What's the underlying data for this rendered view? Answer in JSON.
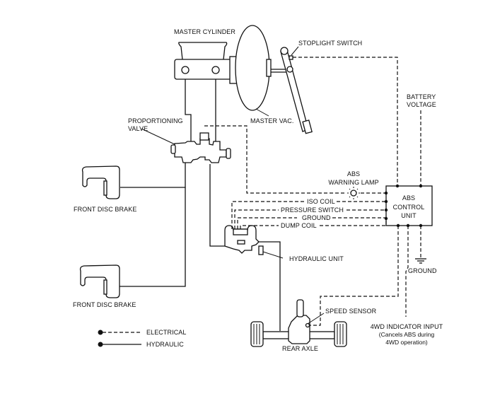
{
  "diagram": {
    "components": {
      "master_cylinder": "MASTER CYLINDER",
      "stoplight_switch": "STOPLIGHT SWITCH",
      "master_vac": "MASTER VAC.",
      "battery_voltage_line1": "BATTERY",
      "battery_voltage_line2": "VOLTAGE",
      "proportioning_valve_line1": "PROPORTIONING",
      "proportioning_valve_line2": "VALVE",
      "abs_warning_lamp_line1": "ABS",
      "abs_warning_lamp_line2": "WARNING LAMP",
      "abs_control_unit_line1": "ABS",
      "abs_control_unit_line2": "CONTROL",
      "abs_control_unit_line3": "UNIT",
      "front_disc_brake_upper": "FRONT DISC BRAKE",
      "front_disc_brake_lower": "FRONT DISC BRAKE",
      "hydraulic_unit": "HYDRAULIC UNIT",
      "ground": "GROUND",
      "speed_sensor": "SPEED SENSOR",
      "rear_axle": "REAR AXLE",
      "fourwd_line1": "4WD INDICATOR INPUT",
      "fourwd_line2": "(Cancels ABS during",
      "fourwd_line3": "4WD operation)"
    },
    "wires": {
      "iso_coil": "ISO COIL",
      "pressure_switch": "PRESSURE SWITCH",
      "ground": "GROUND",
      "dump_coil": "DUMP COIL"
    },
    "legend": {
      "electrical": "ELECTRICAL",
      "hydraulic": "HYDRAULIC"
    }
  }
}
